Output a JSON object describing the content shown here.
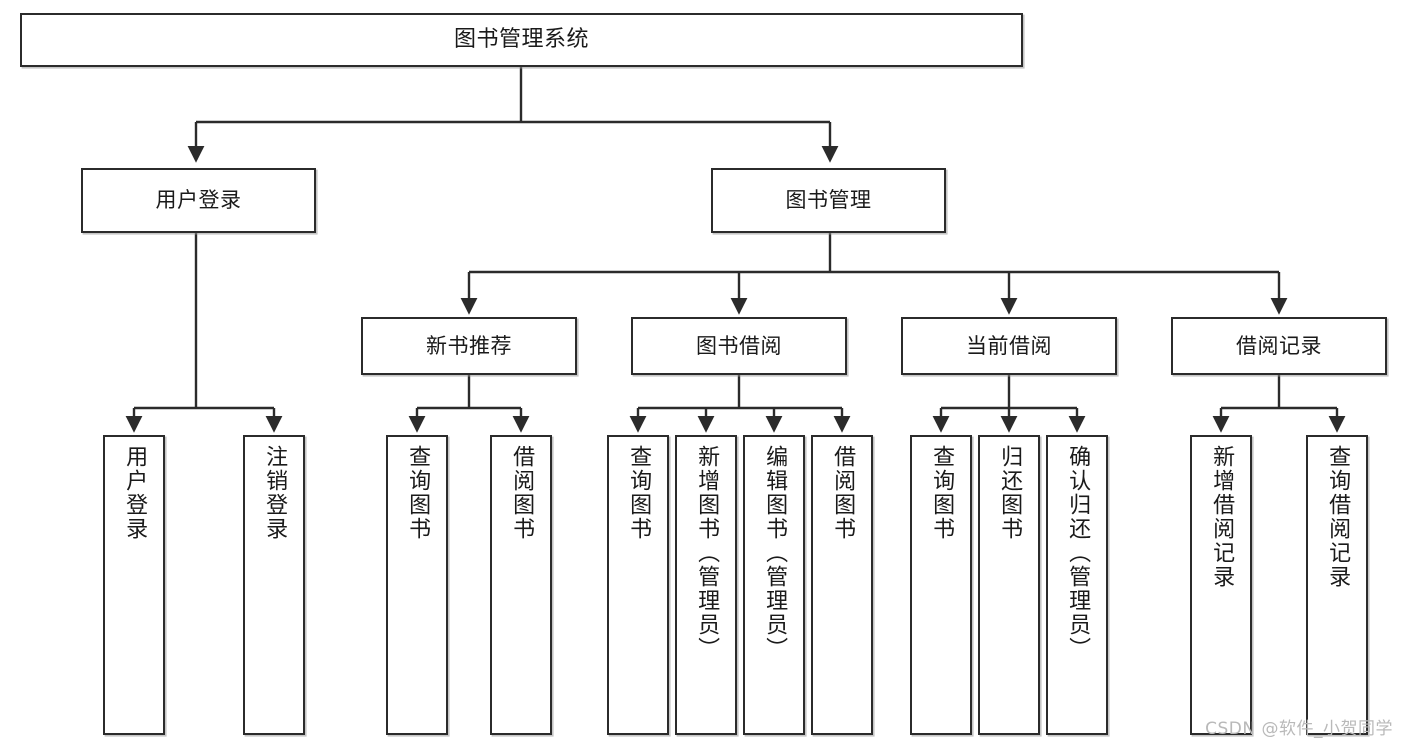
{
  "diagram": {
    "title": "图书管理系统",
    "type": "tree",
    "root": {
      "label": "图书管理系统"
    },
    "level2": [
      {
        "label": "用户登录"
      },
      {
        "label": "图书管理"
      }
    ],
    "level3": [
      {
        "label": "新书推荐"
      },
      {
        "label": "图书借阅"
      },
      {
        "label": "当前借阅"
      },
      {
        "label": "借阅记录"
      }
    ],
    "leaves": [
      {
        "label": "用户登录"
      },
      {
        "label": "注销登录"
      },
      {
        "label": "查询图书"
      },
      {
        "label": "借阅图书"
      },
      {
        "label": "查询图书"
      },
      {
        "label": "新增图书（管理员）"
      },
      {
        "label": "编辑图书（管理员）"
      },
      {
        "label": "借阅图书"
      },
      {
        "label": "查询图书"
      },
      {
        "label": "归还图书"
      },
      {
        "label": "确认归还（管理员）"
      },
      {
        "label": "新增借阅记录"
      },
      {
        "label": "查询借阅记录"
      }
    ],
    "watermark": "CSDN @软件_小贺同学",
    "colors": {
      "stroke": "#2b2b2b",
      "fill": "#ffffff",
      "text": "#1a1a1a",
      "watermark": "#b9b9b9"
    }
  }
}
